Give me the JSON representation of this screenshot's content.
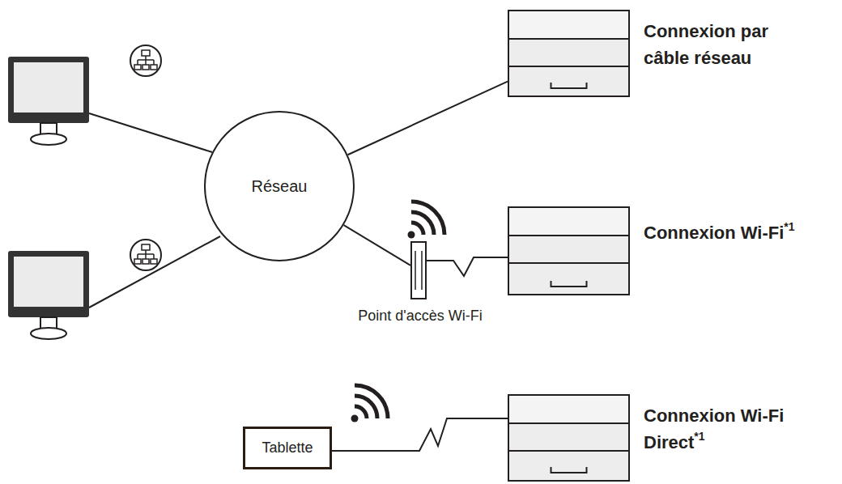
{
  "diagram": {
    "nodes": [
      {
        "text": [
          "Connexion par câble réseau"
        ]
      },
      {
        "text": [
          "Réseau"
        ]
      },
      {
        "text": [
          "Connexion Wi-Fi",
          "*1"
        ]
      },
      {
        "text": [
          "Point d'accès Wi-Fi"
        ]
      },
      {
        "text": [
          "Tablette"
        ]
      },
      {
        "text": [
          "Connexion Wi-Fi Direct",
          "*1"
        ]
      }
    ],
    "edges": [
      {
        "from": 1,
        "to": 0,
        "arrow": "none"
      },
      {
        "from": 1,
        "to": 3,
        "arrow": "none"
      },
      {
        "from": 3,
        "to": 2,
        "arrow": "none"
      },
      {
        "from": 4,
        "to": 5,
        "arrow": "none"
      }
    ]
  }
}
